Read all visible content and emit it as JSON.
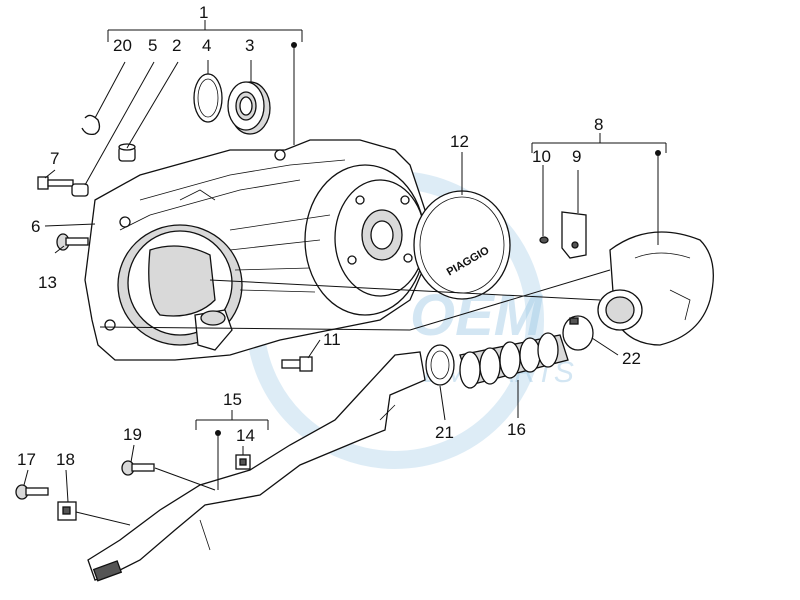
{
  "diagram": {
    "brand_text": "PIAGGIO",
    "watermark": "OEM PARTS",
    "callouts": {
      "c1": "1",
      "c2": "2",
      "c3": "3",
      "c4": "4",
      "c5": "5",
      "c6": "6",
      "c7": "7",
      "c8": "8",
      "c9": "9",
      "c10": "10",
      "c11": "11",
      "c12": "12",
      "c13": "13",
      "c14": "14",
      "c15": "15",
      "c16": "16",
      "c17": "17",
      "c18": "18",
      "c19": "19",
      "c20": "20",
      "c21": "21",
      "c22": "22"
    }
  }
}
